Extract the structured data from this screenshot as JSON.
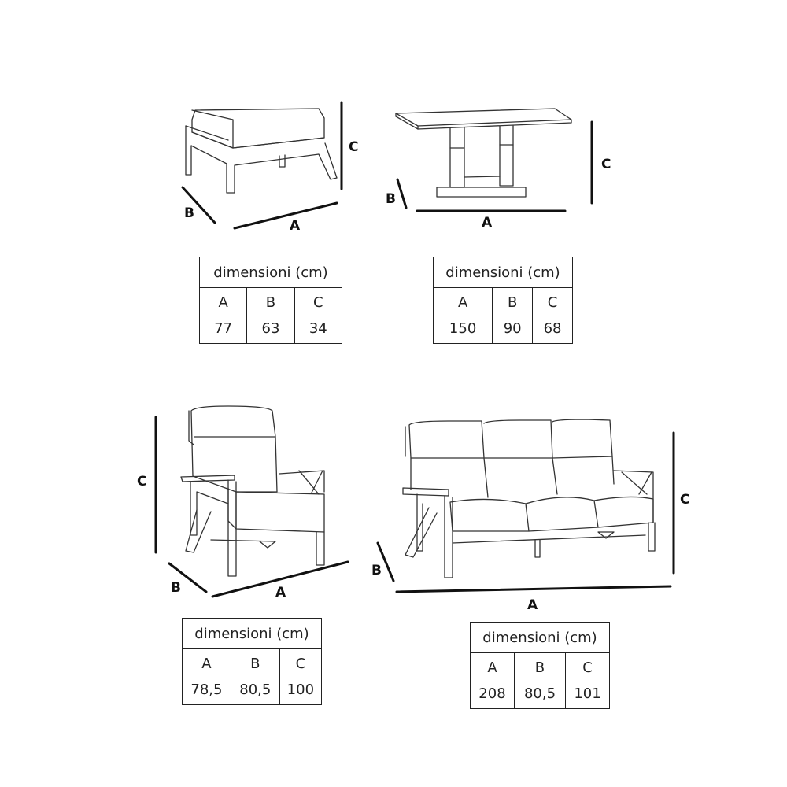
{
  "dimension_letters": {
    "a": "A",
    "b": "B",
    "c": "C"
  },
  "tables": {
    "footstool": {
      "header": "dimensioni (cm)",
      "keys": [
        "A",
        "B",
        "C"
      ],
      "values": [
        "77",
        "63",
        "34"
      ]
    },
    "table": {
      "header": "dimensioni (cm)",
      "keys": [
        "A",
        "B",
        "C"
      ],
      "values": [
        "150",
        "90",
        "68"
      ]
    },
    "armchair": {
      "header": "dimensioni (cm)",
      "keys": [
        "A",
        "B",
        "C"
      ],
      "values": [
        "78,5",
        "80,5",
        "100"
      ]
    },
    "sofa": {
      "header": "dimensioni (cm)",
      "keys": [
        "A",
        "B",
        "C"
      ],
      "values": [
        "208",
        "80,5",
        "101"
      ]
    }
  }
}
